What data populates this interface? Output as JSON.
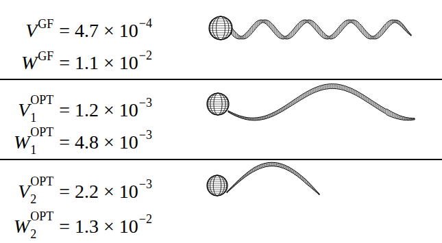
{
  "diagram": {
    "labels": [
      "V",
      "GF",
      "= 4.7 × 10",
      "−4",
      "W",
      "GF",
      "= 1.1 × 10",
      "−2",
      "V",
      "1",
      "OPT",
      "= 1.2 × 10",
      "−3",
      "W",
      "1",
      "OPT",
      "= 4.8 × 10",
      "−3",
      "V",
      "2",
      "OPT",
      "= 2.2 × 10",
      "−3",
      "W",
      "2",
      "OPT",
      "= 1.3 × 10",
      "−2"
    ]
  }
}
